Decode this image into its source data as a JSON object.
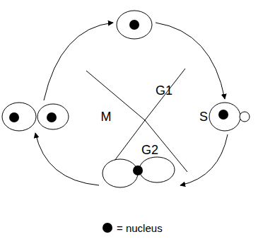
{
  "diagram": {
    "labels": [
      "G1",
      "S",
      "G2",
      "M"
    ],
    "legend": [
      {
        "text": "= nucleus"
      }
    ]
  }
}
